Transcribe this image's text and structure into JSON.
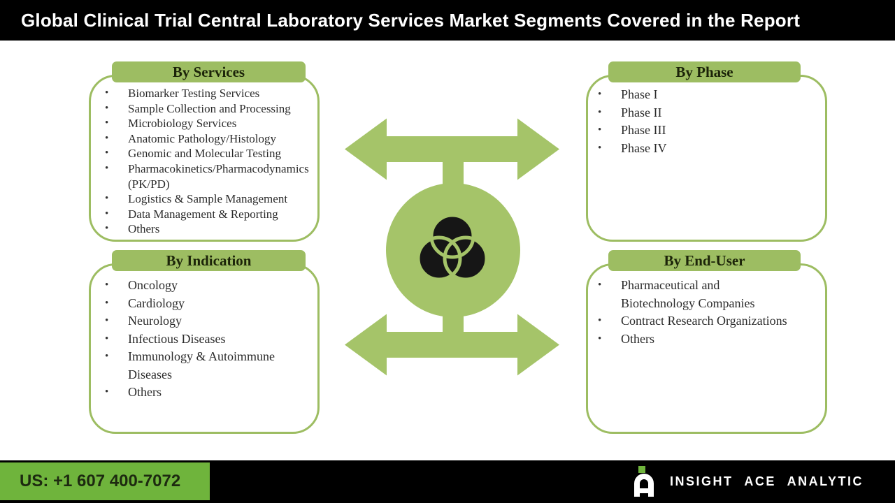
{
  "header": {
    "title": "Global Clinical Trial Central Laboratory Services Market Segments Covered in the Report"
  },
  "boxes": [
    {
      "title": "By Services",
      "items": [
        "Biomarker Testing Services",
        "Sample Collection and Processing",
        "Microbiology Services",
        "Anatomic Pathology/Histology",
        "Genomic and Molecular Testing",
        "Pharmacokinetics/Pharmacodynamics (PK/PD)",
        "Logistics & Sample Management",
        "Data Management & Reporting",
        "Others"
      ]
    },
    {
      "title": "By Phase",
      "items": [
        "Phase I",
        "Phase II",
        "Phase III",
        "Phase IV"
      ]
    },
    {
      "title": "By Indication",
      "items": [
        "Oncology",
        "Cardiology",
        "Neurology",
        "Infectious Diseases",
        "Immunology & Autoimmune Diseases",
        "Others"
      ]
    },
    {
      "title": "By End-User",
      "items": [
        "Pharmaceutical and Biotechnology Companies",
        "Contract Research Organizations",
        "Others"
      ]
    }
  ],
  "center": {
    "icon": "venn-3-circles-icon",
    "arrows": "double-headed-arrows"
  },
  "footer": {
    "phone": "US: +1 607 400-7072",
    "brand": "INSIGHT ACE ANALYTIC"
  },
  "colors": {
    "box_green": "#9DBD62",
    "arrow_green": "#A5C469",
    "footer_green": "#6FB43C",
    "bar_black": "#000000",
    "text_dark": "#2b2b2b"
  }
}
